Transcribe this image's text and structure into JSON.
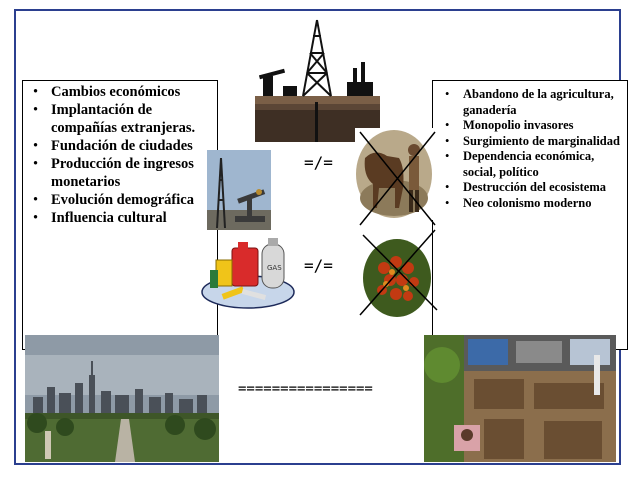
{
  "left_list": [
    "Cambios económicos",
    "Implantación de compañías extranjeras.",
    "Fundación de ciudades",
    "Producción de ingresos monetarios",
    "Evolución demográfica",
    "Influencia cultural"
  ],
  "right_list": [
    "Abandono de la agricultura, ganadería",
    "Monopolio invasores",
    "Surgimiento de marginalidad",
    "Dependencia económica, social, político",
    "Destrucción del ecosistema",
    "Neo colonismo moderno"
  ],
  "symbols": {
    "not_equal_top": "=/=",
    "not_equal_bottom": "=/=",
    "long_equals": "================"
  },
  "icons": {
    "top": "oil-derrick-icon",
    "left_top": "oil-pump-photo",
    "left_bottom": "fuel-products-icon",
    "right_top": "farmer-horse-photo",
    "right_bottom": "palm-fruit-photo",
    "bottom_left": "city-skyline-photo",
    "bottom_right": "slum-photo"
  }
}
